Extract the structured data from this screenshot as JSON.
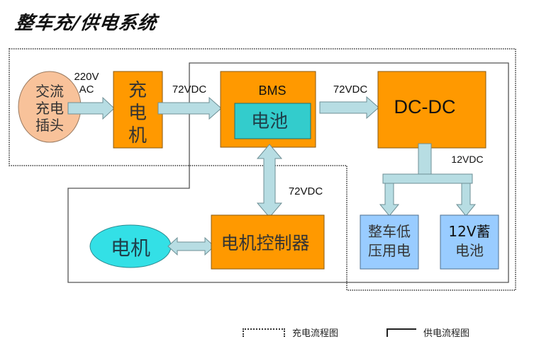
{
  "title": "整车充/供电系统",
  "nodes": {
    "ac_plug": {
      "lines": [
        "交流",
        "充电",
        "插头"
      ]
    },
    "charger": {
      "lines": [
        "充",
        "电",
        "机"
      ]
    },
    "bms": {
      "label": "BMS"
    },
    "battery": {
      "label": "电池"
    },
    "dcdc": {
      "label": "DC-DC"
    },
    "low_voltage_load": {
      "lines": [
        "整车低",
        "压用电"
      ]
    },
    "aux_battery": {
      "lines": [
        "12V蓄",
        "电池"
      ]
    },
    "motor": {
      "label": "电机"
    },
    "motor_controller": {
      "label": "电机控制器"
    }
  },
  "edges": {
    "plug_to_charger": {
      "lines": [
        "220V",
        "AC"
      ]
    },
    "charger_to_bms": {
      "label": "72VDC"
    },
    "bms_to_dcdc": {
      "label": "72VDC"
    },
    "bms_to_controller": {
      "label": "72VDC"
    },
    "dcdc_to_loads": {
      "label": "12VDC"
    }
  },
  "legend": {
    "items": [
      {
        "style": "dotted",
        "label": "充电流程图"
      },
      {
        "style": "solid",
        "label": "供电流程图"
      }
    ]
  },
  "colors": {
    "orange": "#FF9900",
    "orange_border": "#8A5A10",
    "peach": "#F8C29A",
    "teal": "#33CCCC",
    "cyan": "#33E0E6",
    "light_blue": "#99CCFF",
    "arrow_fill": "#B7DDE3",
    "arrow_stroke": "#6E8F95"
  }
}
